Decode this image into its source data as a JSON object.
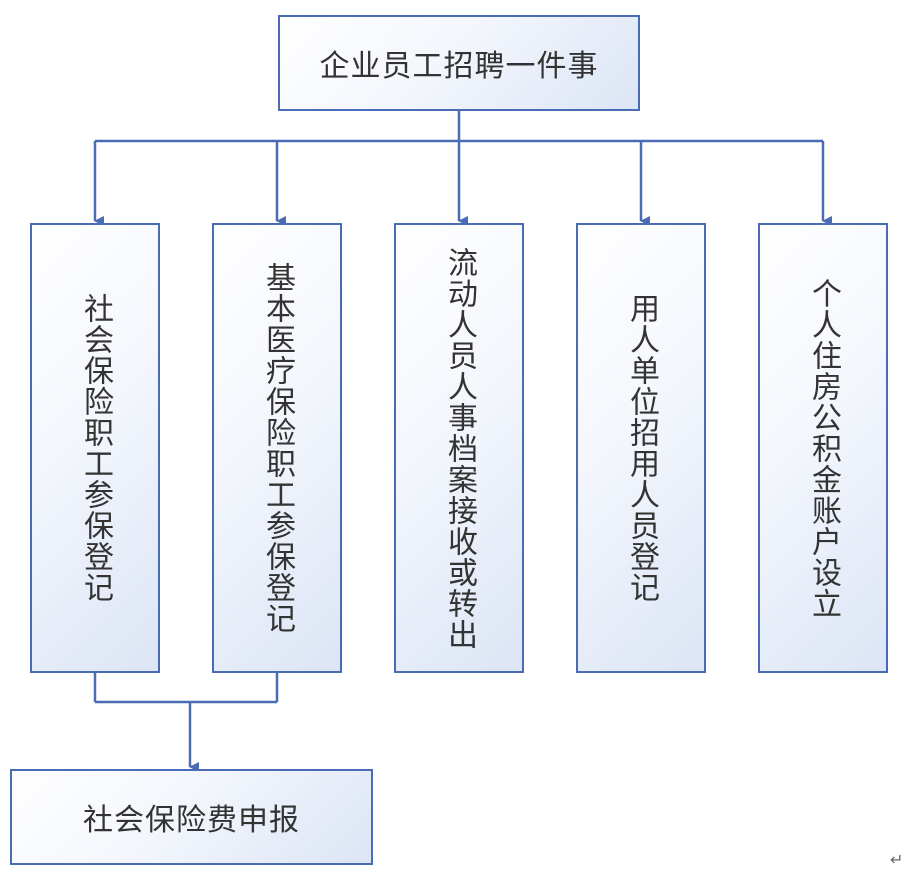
{
  "diagram": {
    "top": "企业员工招聘一件事",
    "items": [
      "社会保险职工参保登记",
      "基本医疗保险职工参保登记",
      "流动人员人事档案接收或转出",
      "用人单位招用人员登记",
      "个人住房公积金账户设立"
    ],
    "bottom": "社会保险费申报"
  },
  "colors": {
    "line": "#4a6cb4",
    "border": "#4a6cb4",
    "text": "#333333"
  },
  "marks": {
    "return": "↵"
  }
}
